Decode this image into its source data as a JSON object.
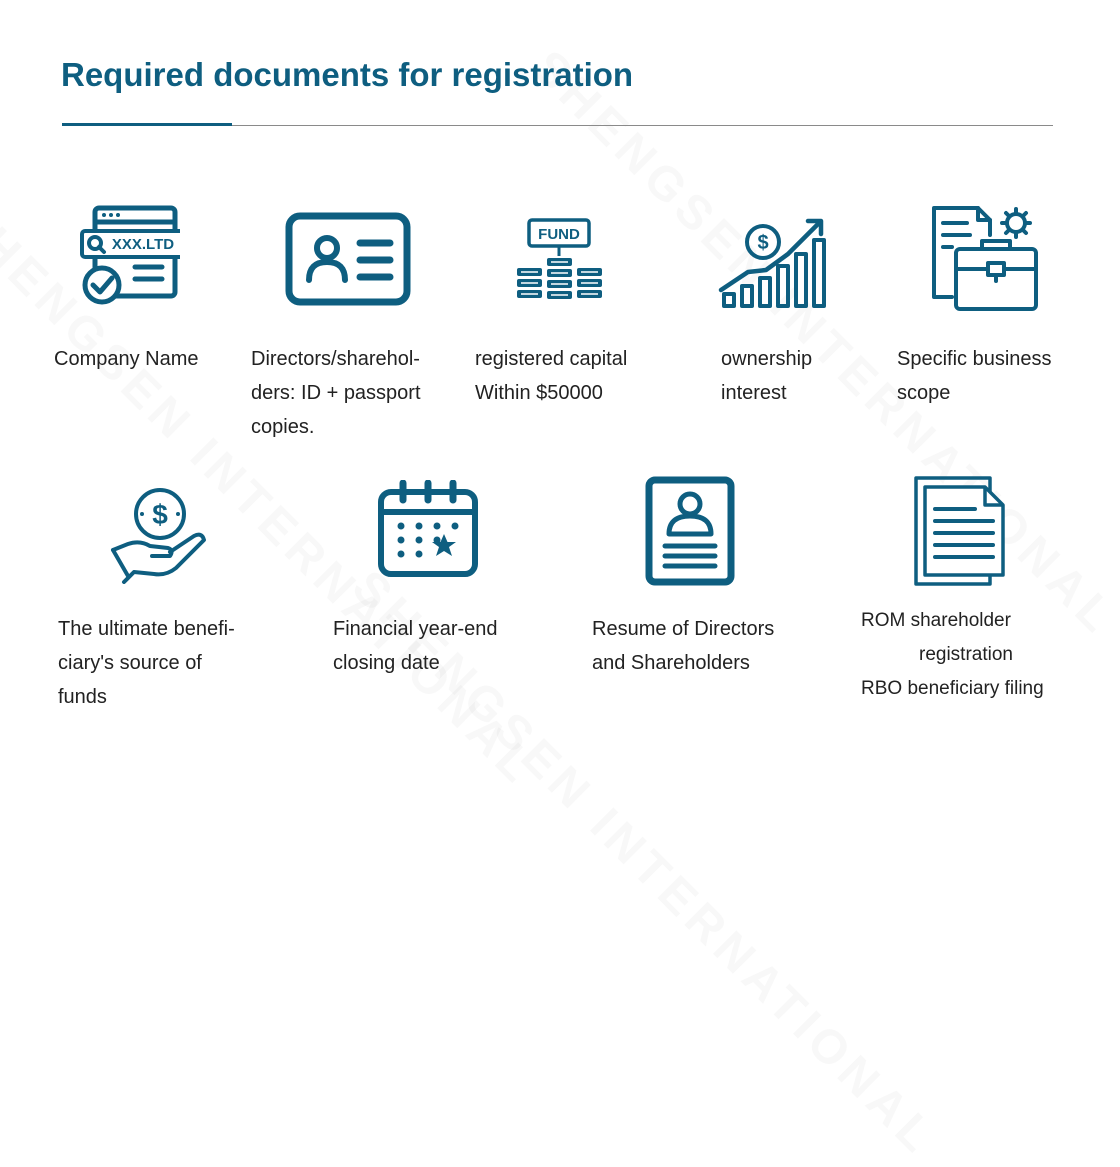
{
  "watermark": "SHENGSEN INTERNATIONAL",
  "title": "Required documents for registration",
  "accent_color": "#0e5e80",
  "items": [
    {
      "icon": "website-search-check-icon",
      "badge": "XXX.LTD",
      "lines": [
        "Company Name"
      ]
    },
    {
      "icon": "id-card-icon",
      "lines": [
        "Directors/sharehol-",
        "ders: ID + passport",
        "copies."
      ]
    },
    {
      "icon": "fund-coins-icon",
      "badge": "FUND",
      "lines": [
        "registered capital",
        "Within $50000"
      ]
    },
    {
      "icon": "growth-chart-icon",
      "lines": [
        "ownership",
        "interest"
      ]
    },
    {
      "icon": "briefcase-document-icon",
      "lines": [
        "Specific business",
        "scope"
      ]
    },
    {
      "icon": "hand-coin-icon",
      "lines": [
        "The ultimate benefi-",
        "ciary's source of",
        "funds"
      ]
    },
    {
      "icon": "calendar-star-icon",
      "lines": [
        "Financial year-end",
        "closing date"
      ]
    },
    {
      "icon": "resume-profile-icon",
      "lines": [
        "Resume of Directors",
        "and Shareholders"
      ]
    },
    {
      "icon": "document-stack-icon",
      "lines": [
        "ROM shareholder",
        "registration",
        "RBO beneficiary filing"
      ]
    }
  ]
}
